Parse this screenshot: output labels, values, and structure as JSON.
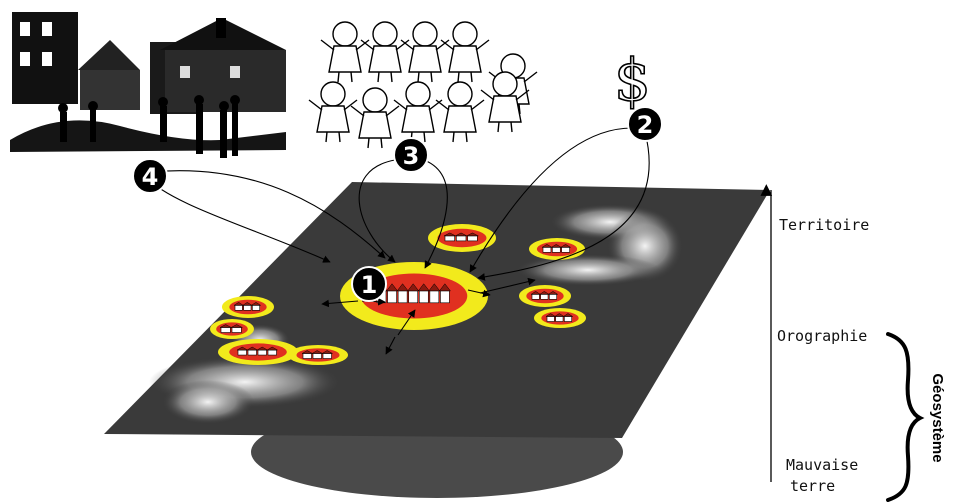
{
  "labels": {
    "territoire": "Territoire",
    "orographie": "Orographie",
    "mauvaise_line1": "Mauvaise",
    "mauvaise_line2": "terre",
    "geosysteme": "Géosystème"
  },
  "markers": {
    "m1": "1",
    "m2": "2",
    "m3": "3",
    "m4": "4"
  },
  "money_symbol": "$",
  "colors": {
    "plane": "#3a3a3a",
    "shadow": "#4a4a4a",
    "village_core": "#e03020",
    "village_halo": "#f2ea1c",
    "marker": "#000000"
  }
}
